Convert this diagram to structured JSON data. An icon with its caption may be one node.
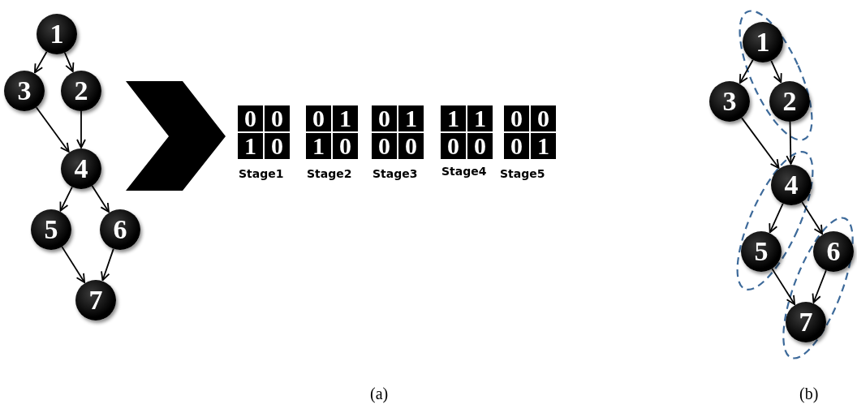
{
  "diagram": {
    "nodes": [
      {
        "text": [
          "1"
        ]
      },
      {
        "text": [
          "2"
        ]
      },
      {
        "text": [
          "3"
        ]
      },
      {
        "text": [
          "4"
        ]
      },
      {
        "text": [
          "5"
        ]
      },
      {
        "text": [
          "6"
        ]
      },
      {
        "text": [
          "7"
        ]
      },
      {
        "text": [
          "1"
        ]
      },
      {
        "text": [
          "2"
        ]
      },
      {
        "text": [
          "3"
        ]
      },
      {
        "text": [
          "4"
        ]
      },
      {
        "text": [
          "5"
        ]
      },
      {
        "text": [
          "6"
        ]
      },
      {
        "text": [
          "7"
        ]
      }
    ],
    "edges": [
      {
        "from": 0,
        "to": 2,
        "arrow": "to"
      },
      {
        "from": 0,
        "to": 1,
        "arrow": "to"
      },
      {
        "from": 2,
        "to": 3,
        "arrow": "to"
      },
      {
        "from": 1,
        "to": 3,
        "arrow": "to"
      },
      {
        "from": 3,
        "to": 4,
        "arrow": "to"
      },
      {
        "from": 3,
        "to": 5,
        "arrow": "to"
      },
      {
        "from": 4,
        "to": 6,
        "arrow": "to"
      },
      {
        "from": 5,
        "to": 6,
        "arrow": "to"
      },
      {
        "from": 7,
        "to": 9,
        "arrow": "to"
      },
      {
        "from": 7,
        "to": 8,
        "arrow": "to"
      },
      {
        "from": 9,
        "to": 10,
        "arrow": "to"
      },
      {
        "from": 8,
        "to": 10,
        "arrow": "to"
      },
      {
        "from": 10,
        "to": 11,
        "arrow": "to"
      },
      {
        "from": 10,
        "to": 12,
        "arrow": "to"
      },
      {
        "from": 11,
        "to": 13,
        "arrow": "to"
      },
      {
        "from": 12,
        "to": 13,
        "arrow": "to"
      }
    ],
    "labels": [
      "0",
      "0",
      "1",
      "0",
      "0",
      "1",
      "1",
      "0",
      "0",
      "1",
      "0",
      "0",
      "1",
      "1",
      "0",
      "0",
      "0",
      "0",
      "0",
      "1",
      "Stage1",
      "Stage2",
      "Stage3",
      "Stage4",
      "Stage5",
      "(a)",
      "(b)"
    ]
  }
}
